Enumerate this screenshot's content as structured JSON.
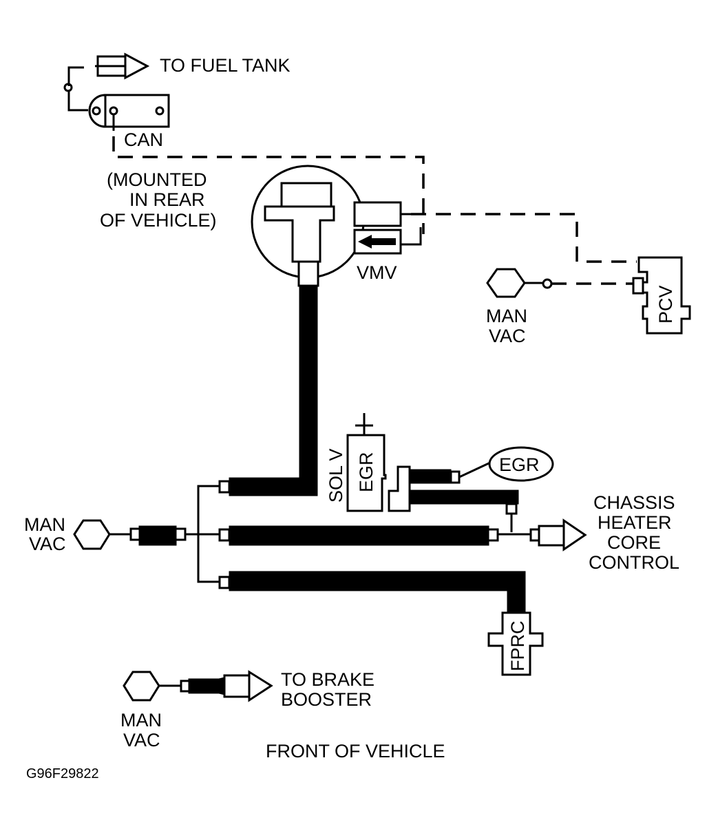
{
  "diagram": {
    "figure_code": "G96F29822",
    "orientation_label": "FRONT OF VEHICLE",
    "components": {
      "fuel_tank_connector": {
        "label": "TO FUEL TANK"
      },
      "canister": {
        "label": "CAN",
        "note": "(MOUNTED IN REAR OF VEHICLE)",
        "note_lines": [
          "(MOUNTED",
          "IN REAR",
          "OF VEHICLE)"
        ]
      },
      "vmv": {
        "label": "VMV"
      },
      "pcv": {
        "label": "PCV"
      },
      "man_vac_pcv": {
        "lines": [
          "MAN",
          "VAC"
        ]
      },
      "egr_solenoid": {
        "label": "EGR",
        "side_label": "SOL V"
      },
      "egr_valve": {
        "label": "EGR"
      },
      "man_vac_main": {
        "lines": [
          "MAN",
          "VAC"
        ]
      },
      "chassis_heater": {
        "lines": [
          "CHASSIS",
          "HEATER",
          "CORE",
          "CONTROL"
        ]
      },
      "fprc": {
        "label": "FPRC"
      },
      "man_vac_brake": {
        "lines": [
          "MAN",
          "VAC"
        ]
      },
      "brake_booster": {
        "lines": [
          "TO BRAKE",
          "BOOSTER"
        ]
      }
    },
    "line_types": {
      "dashed": "vacuum line (dashed)",
      "solid_thick": "vacuum hose (solid)"
    }
  }
}
